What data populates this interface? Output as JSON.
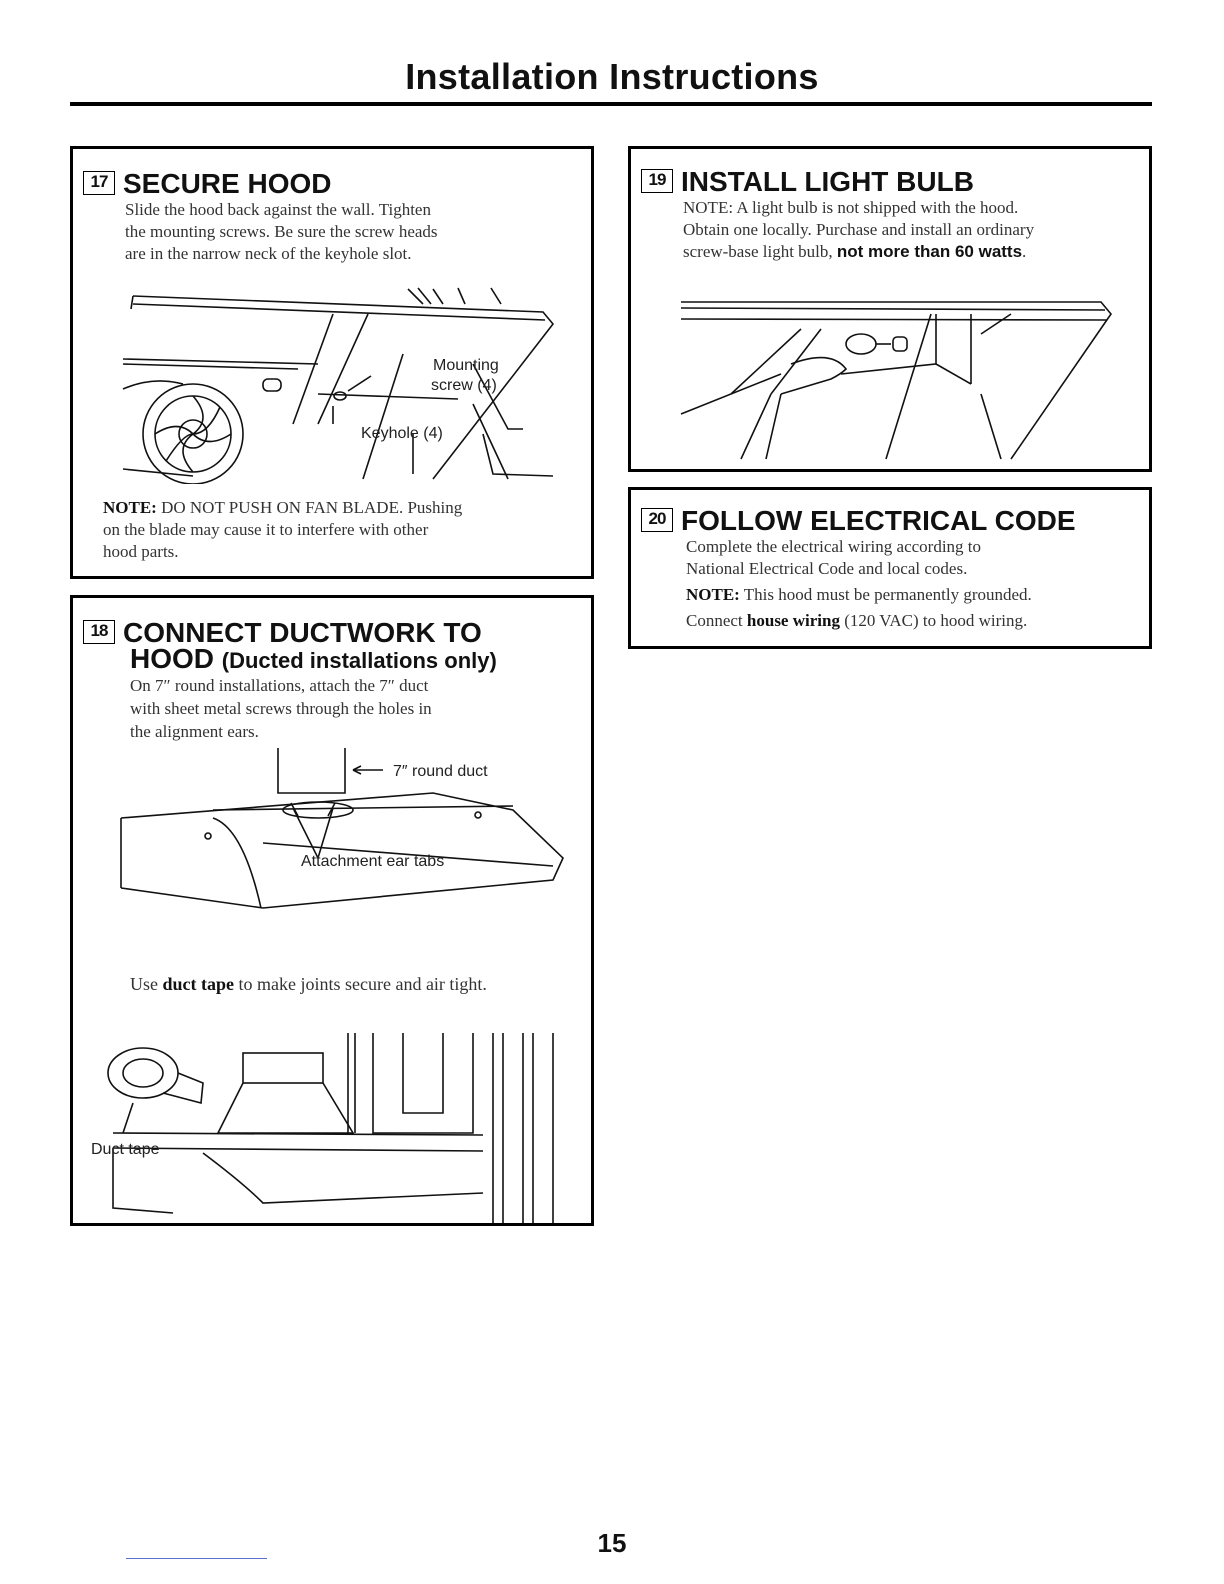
{
  "page_title": "Installation Instructions",
  "page_number": "15",
  "steps": {
    "s17": {
      "num": "17",
      "title": "SECURE HOOD",
      "body": [
        "Slide the hood back against the wall. Tighten",
        "the mounting screws. Be sure the screw heads",
        "are in the narrow neck of the keyhole slot."
      ],
      "labels": {
        "mounting": "Mounting",
        "screw": "screw (4)",
        "keyhole": "Keyhole (4)"
      },
      "note_label": "NOTE:",
      "note_lines": [
        " DO NOT PUSH ON FAN BLADE. Pushing",
        "on the blade may cause it to interfere with other",
        "hood parts."
      ]
    },
    "s18": {
      "num": "18",
      "title_line1": "CONNECT DUCTWORK TO",
      "title_line2": "HOOD",
      "title_sub": "(Ducted installations only)",
      "body": [
        "On 7″ round installations, attach the 7″ duct",
        "with sheet metal screws through the holes in",
        "the alignment ears."
      ],
      "labels": {
        "round_duct": "7″ round duct",
        "ear_tabs": "Attachment ear tabs",
        "duct_tape": "Duct tape"
      },
      "tape_pre": "Use ",
      "tape_bold": "duct tape",
      "tape_post": " to make joints secure and air tight."
    },
    "s19": {
      "num": "19",
      "title": "INSTALL LIGHT BULB",
      "body": [
        "NOTE: A light bulb is not shipped with the hood.",
        "Obtain one locally. Purchase and install an ordinary"
      ],
      "body3_pre": "screw-base light bulb, ",
      "body3_bold": "not more than 60 watts",
      "body3_post": "."
    },
    "s20": {
      "num": "20",
      "title": "FOLLOW ELECTRICAL CODE",
      "body": [
        "Complete the electrical wiring according to",
        "National Electrical Code and local codes."
      ],
      "note_label": "NOTE:",
      "note_text": " This hood must be permanently grounded.",
      "connect_pre": "Connect ",
      "connect_bold": "house wiring",
      "connect_post": " (120 VAC) to hood wiring."
    }
  }
}
